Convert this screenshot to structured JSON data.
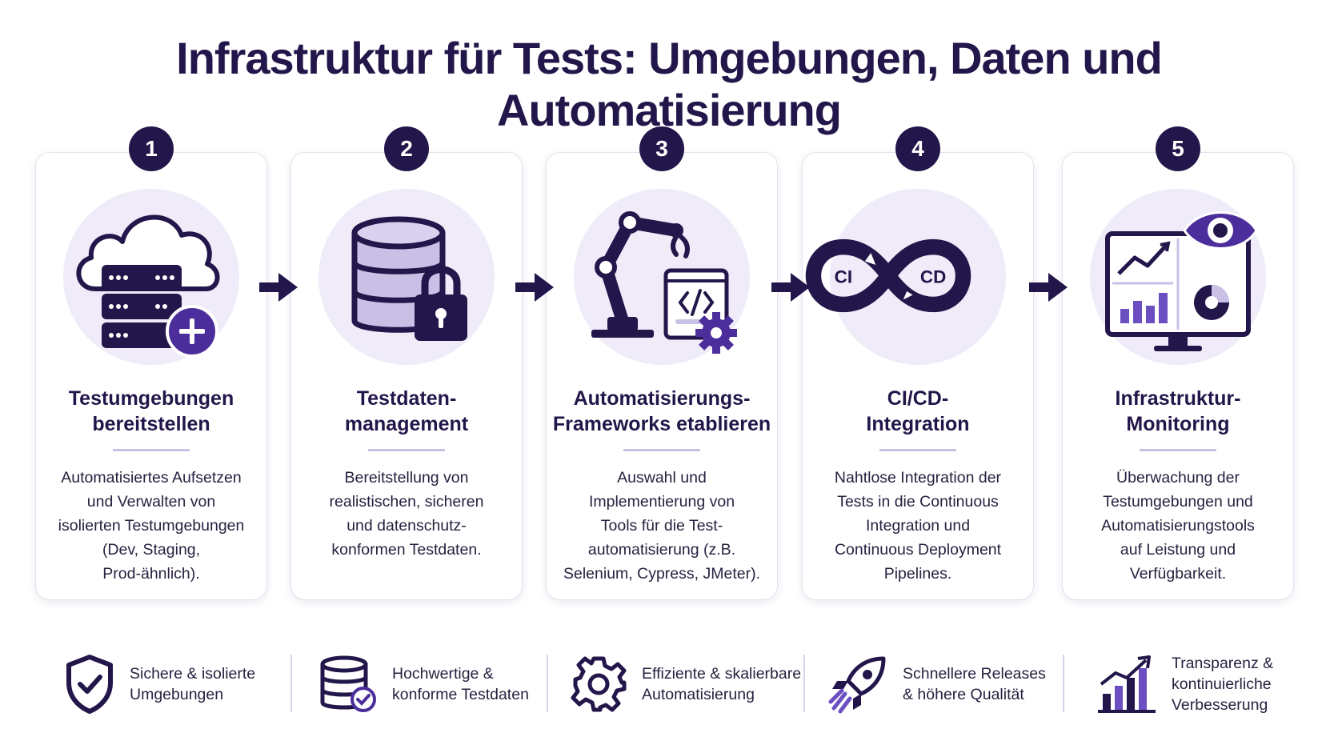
{
  "title": "Infrastruktur für Tests: Umgebungen, Daten und Automatisierung",
  "colors": {
    "navy": "#23164a",
    "accent": "#5b3fa8",
    "light": "#efebf8",
    "lavender": "#c9c0e5"
  },
  "steps": [
    {
      "number": "1",
      "icon": "cloud-server-plus-icon",
      "title_line1": "Testumgebungen",
      "title_line2": "bereitstellen",
      "desc": [
        "Automatisiertes Aufsetzen",
        "und Verwalten von",
        "isolierten Testumgebungen",
        "(Dev, Staging,",
        "Prod-ähnlich)."
      ]
    },
    {
      "number": "2",
      "icon": "database-lock-icon",
      "title_line1": "Testdaten-",
      "title_line2": "management",
      "desc": [
        "Bereitstellung von",
        "realistischen, sicheren",
        "und datenschutz-",
        "konformen Testdaten."
      ]
    },
    {
      "number": "3",
      "icon": "robot-arm-code-icon",
      "title_line1": "Automatisierungs-",
      "title_line2": "Frameworks etablieren",
      "desc": [
        "Auswahl und",
        "Implementierung von",
        "Tools für die Test-",
        "automatisierung (z.B.",
        "Selenium, Cypress, JMeter)."
      ]
    },
    {
      "number": "4",
      "icon": "ci-cd-infinity-icon",
      "title_line1": "CI/CD-",
      "title_line2": "Integration",
      "ci": "CI",
      "cd": "CD",
      "desc": [
        "Nahtlose Integration der",
        "Tests in die Continuous",
        "Integration und",
        "Continuous Deployment",
        "Pipelines."
      ]
    },
    {
      "number": "5",
      "icon": "monitor-eye-icon",
      "title_line1": "Infrastruktur-",
      "title_line2": "Monitoring",
      "desc": [
        "Überwachung der",
        "Testumgebungen und",
        "Automatisierungstools",
        "auf Leistung und",
        "Verfügbarkeit."
      ]
    }
  ],
  "features": [
    {
      "icon": "shield-check-icon",
      "lines": [
        "Sichere & isolierte",
        "Umgebungen"
      ]
    },
    {
      "icon": "database-check-icon",
      "lines": [
        "Hochwertige &",
        "konforme Testdaten"
      ]
    },
    {
      "icon": "gear-icon",
      "lines": [
        "Effiziente & skalierbare",
        "Automatisierung"
      ]
    },
    {
      "icon": "rocket-icon",
      "lines": [
        "Schnellere Releases",
        "& höhere Qualität"
      ]
    },
    {
      "icon": "bar-chart-growth-icon",
      "lines": [
        "Transparenz &",
        "kontinuierliche",
        "Verbesserung"
      ]
    }
  ]
}
